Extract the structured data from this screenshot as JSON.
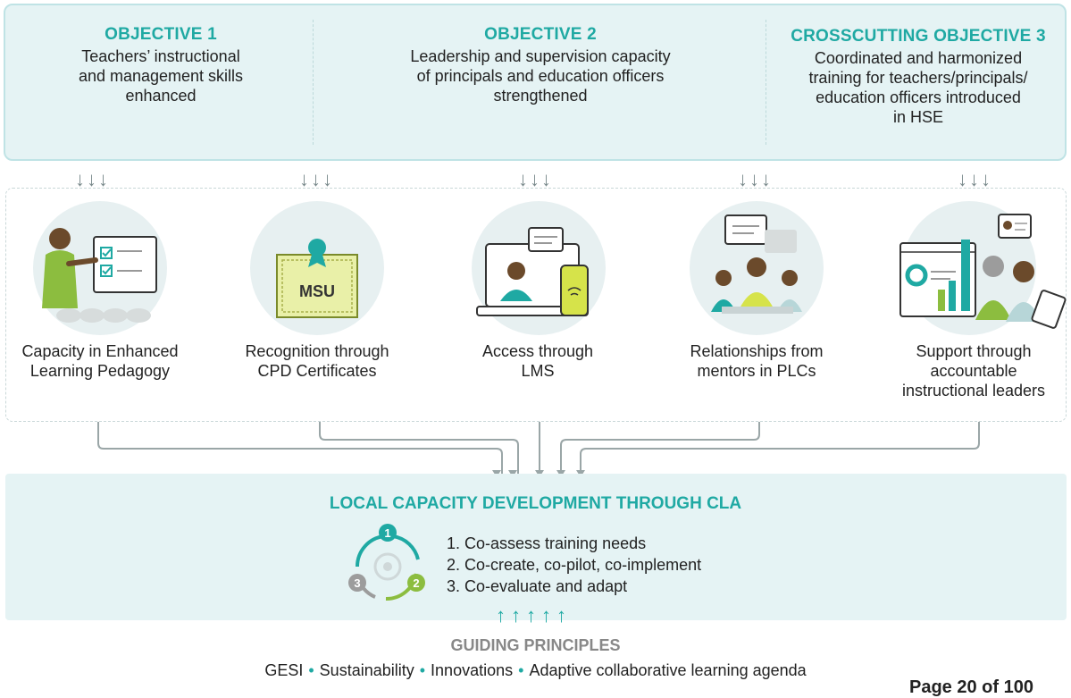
{
  "objectives": [
    {
      "title": "OBJECTIVE 1",
      "lines": [
        "Teachers’ instructional",
        "and management skills",
        "enhanced"
      ]
    },
    {
      "title": "OBJECTIVE 2",
      "lines": [
        "Leadership and supervision capacity",
        "of principals and education officers",
        "strengthened"
      ]
    },
    {
      "title": "CROSSCUTTING OBJECTIVE 3",
      "lines": [
        "Coordinated and harmonized",
        "training for teachers/principals/",
        "education officers introduced",
        "in HSE"
      ]
    }
  ],
  "areas": [
    {
      "lines": [
        "Capacity in Enhanced",
        "Learning Pedagogy"
      ]
    },
    {
      "lines": [
        "Recognition through",
        "CPD Certificates"
      ],
      "badge": "MSU"
    },
    {
      "lines": [
        "Access through",
        "LMS"
      ]
    },
    {
      "lines": [
        "Relationships from",
        "mentors in PLCs"
      ]
    },
    {
      "lines": [
        "Support through",
        "accountable",
        "instructional leaders"
      ]
    }
  ],
  "cla": {
    "title": "LOCAL CAPACITY DEVELOPMENT THROUGH CLA",
    "steps": [
      "1. Co-assess training needs",
      "2. Co-create, co-pilot, co-implement",
      "3. Co-evaluate and adapt"
    ],
    "cycle_numbers": [
      "1",
      "2",
      "3"
    ]
  },
  "guiding": {
    "title": "GUIDING PRINCIPLES",
    "items": [
      "GESI",
      "Sustainability",
      "Innovations",
      "Adaptive collaborative learning agenda"
    ]
  },
  "footer": {
    "page_text": "Page 20 of 100"
  },
  "colors": {
    "teal": "#1fa9a3",
    "light_teal_bg": "#e5f3f4",
    "arrow_gray": "#7a8a8c",
    "green": "#8cbd3f",
    "gray": "#9c9c9c"
  }
}
